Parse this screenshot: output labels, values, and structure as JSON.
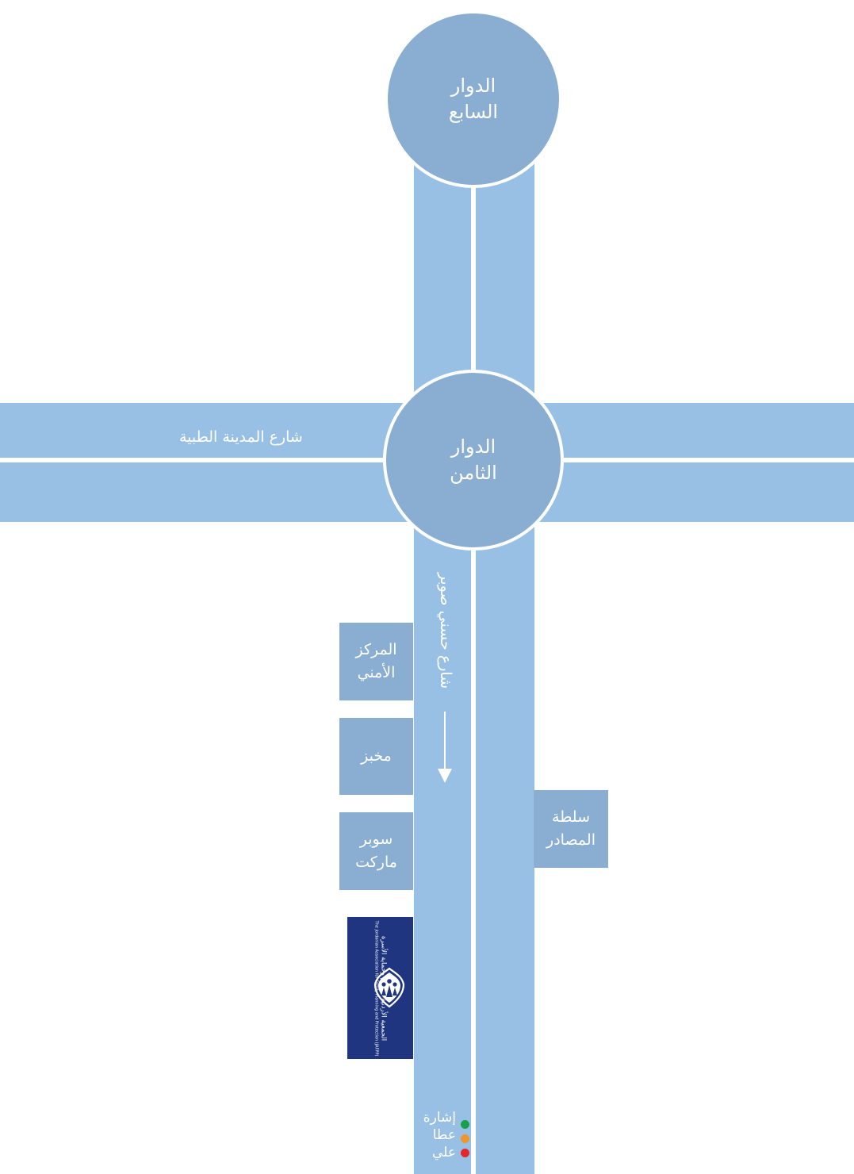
{
  "roundabouts": {
    "seventh": {
      "line1": "الدوار",
      "line2": "السابع"
    },
    "eighth": {
      "line1": "الدوار",
      "line2": "الثامن"
    }
  },
  "streets": {
    "medical_city": "شارع المدينة الطبية",
    "husni_sober": "شارع حسني صوبر"
  },
  "landmarks": {
    "security_center": {
      "line1": "المركز",
      "line2": "الأمني"
    },
    "bakery": {
      "line1": "مخبز"
    },
    "supermarket": {
      "line1": "سوبر",
      "line2": "ماركت"
    },
    "resources_authority": {
      "line1": "سلطة",
      "line2": "المصادر"
    }
  },
  "logo": {
    "arabic_name": "الجمعية الأردنية لتنظيم وحماية الأسرة",
    "english_name": "The Jordanian Association for Family Planning and Protection (JAFPP)"
  },
  "signal": {
    "line1": "إشارة",
    "line2": "عطا",
    "line3": "علي"
  },
  "colors": {
    "road": "#98c0e5",
    "roundabout": "#8aadd2",
    "logo_background": "#1f3580",
    "signal_green": "#18a14a",
    "signal_amber": "#f0962a",
    "signal_red": "#e3262b"
  }
}
